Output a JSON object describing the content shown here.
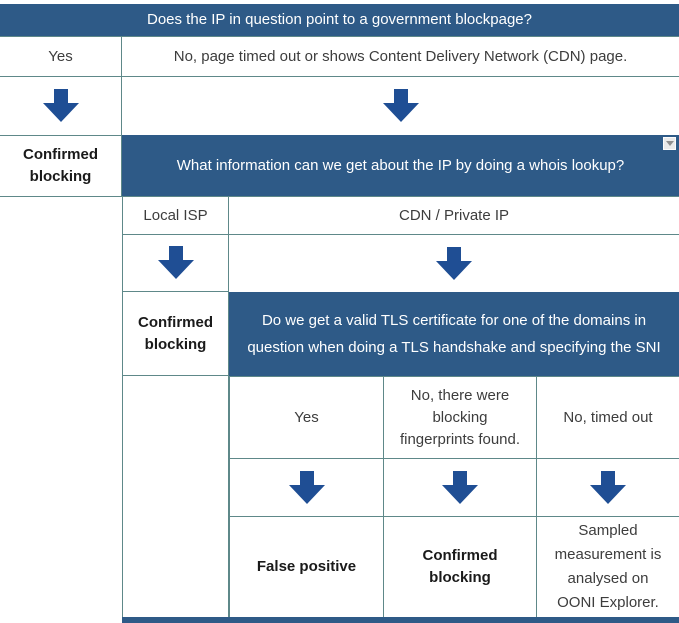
{
  "colors": {
    "header_bg": "#2E5A87",
    "arrow": "#1F4E94",
    "border": "#5E8889",
    "text": "#3D3D3D",
    "bold_text": "#1A1A1A"
  },
  "flow": {
    "q1": {
      "question": "Does the IP in question point to a government blockpage?",
      "answer_yes": "Yes",
      "answer_no": "No, page timed out or shows Content Delivery Network (CDN) page.",
      "outcome_yes": "Confirmed blocking"
    },
    "q2": {
      "question": "What information can we get about the IP by doing a whois lookup?",
      "answer_local_isp": "Local ISP",
      "answer_cdn": "CDN / Private IP",
      "outcome_local_isp": "Confirmed blocking"
    },
    "q3": {
      "question": "Do we get a valid TLS certificate for one of the domains in question when doing a TLS handshake and specifying the SNI",
      "answer_yes": "Yes",
      "answer_no_fingerprints": "No, there were blocking fingerprints found.",
      "answer_no_timeout": "No, timed out",
      "outcome_yes": "False positive",
      "outcome_no_fingerprints": "Confirmed blocking",
      "outcome_no_timeout": "Sampled measurement is analysed on OONI Explorer."
    }
  },
  "icons": {
    "dropdown": "dropdown-arrow-icon",
    "down_arrow": "down-arrow-icon"
  }
}
